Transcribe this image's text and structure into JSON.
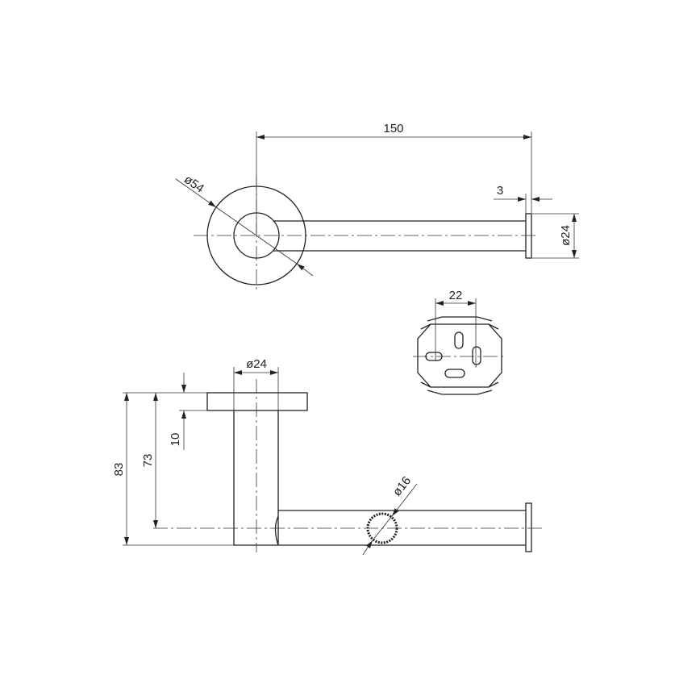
{
  "dimensions": {
    "length": "150",
    "rosette_diameter": "ø54",
    "cap_thickness": "3",
    "cap_diameter_top": "ø24",
    "bracket_spacing": "22",
    "post_diameter": "ø24",
    "flange_thickness": "10",
    "height_total": "83",
    "height_center": "73",
    "rod_diameter": "ø16"
  }
}
